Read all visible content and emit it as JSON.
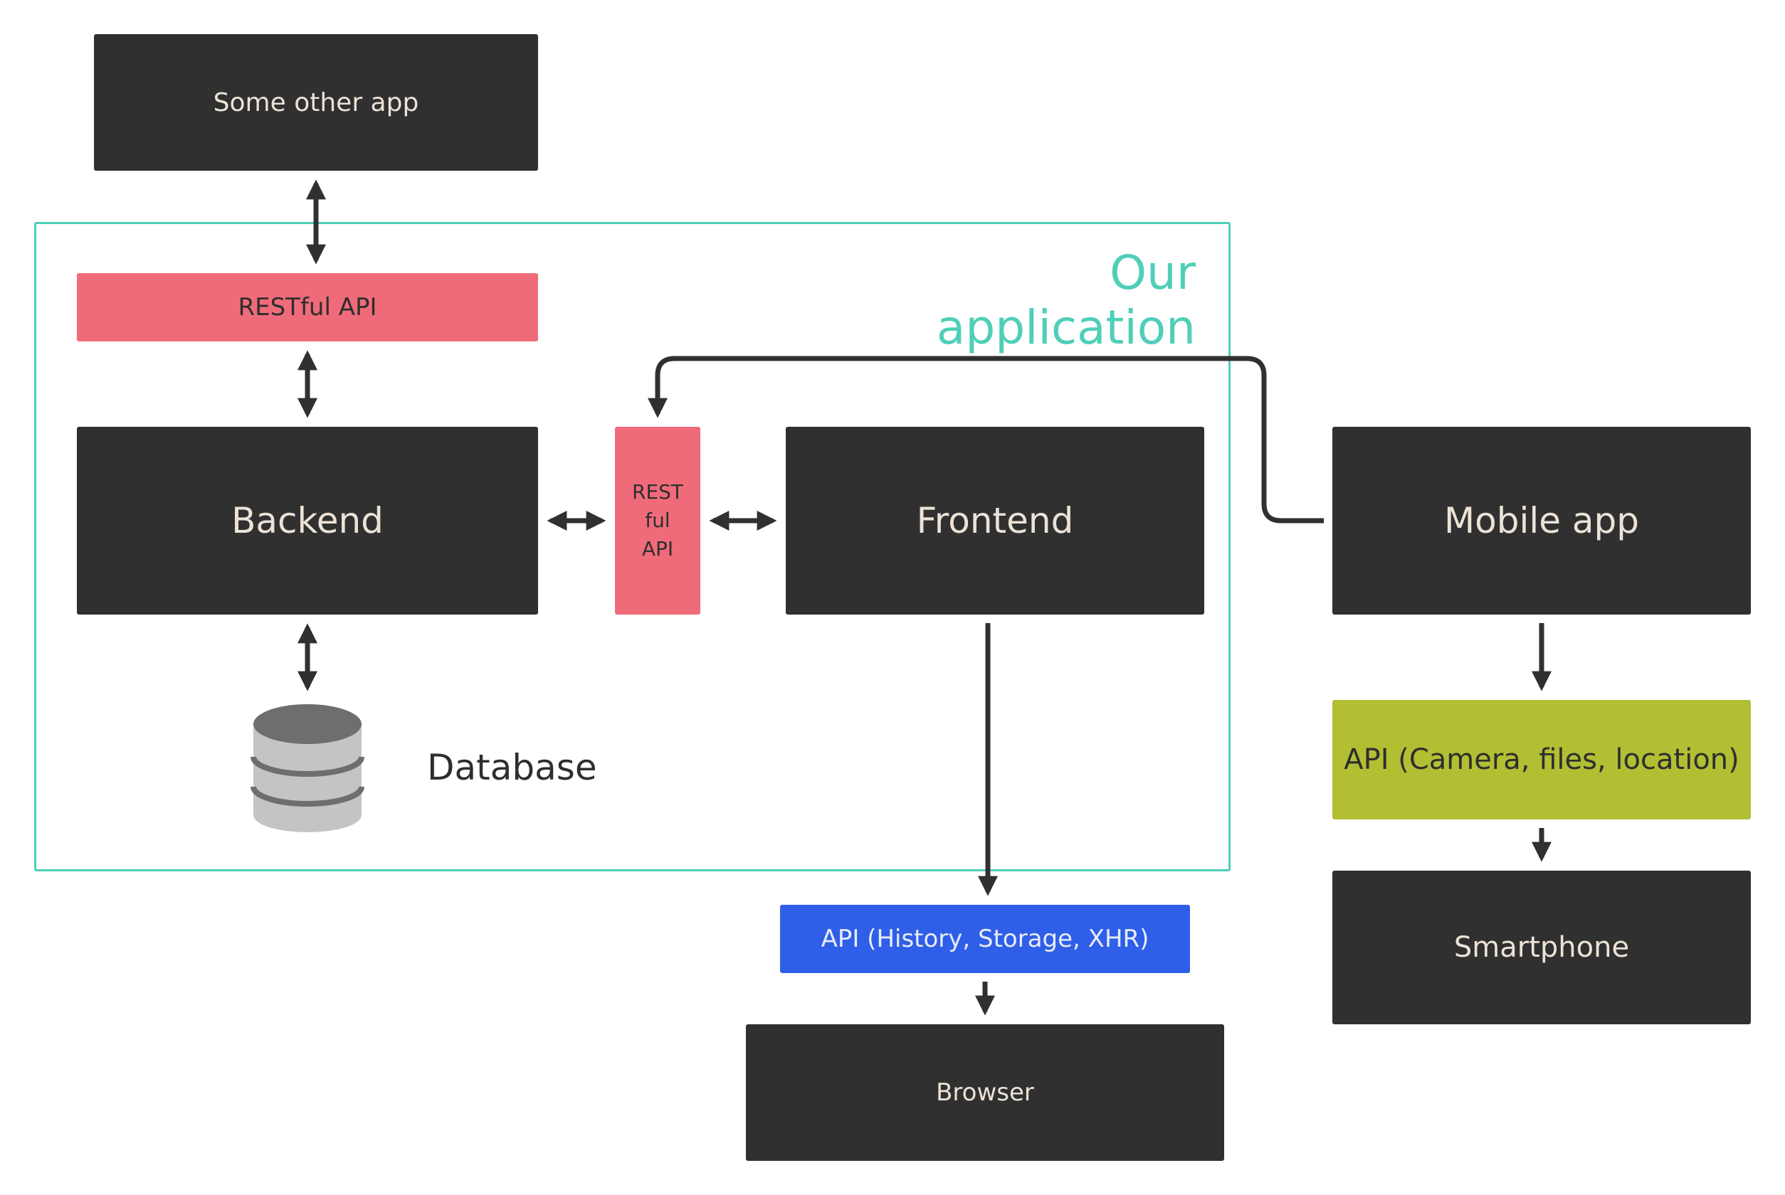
{
  "title": "Our application",
  "nodes": {
    "other_app": "Some other app",
    "restful_api_top": "RESTful API",
    "backend": "Backend",
    "restful_api_middle": [
      "REST",
      "ful",
      "API"
    ],
    "frontend": "Frontend",
    "mobile_app": "Mobile app",
    "database": "Database",
    "browser_api": "API (History, Storage, XHR)",
    "browser": "Browser",
    "mobile_api": "API (Camera, files, location)",
    "smartphone": "Smartphone"
  },
  "colors": {
    "dark": "#303030",
    "red": "#f06b7a",
    "blue": "#2f5fe8",
    "olive": "#b2bf33",
    "teal": "#4fcfb8"
  }
}
